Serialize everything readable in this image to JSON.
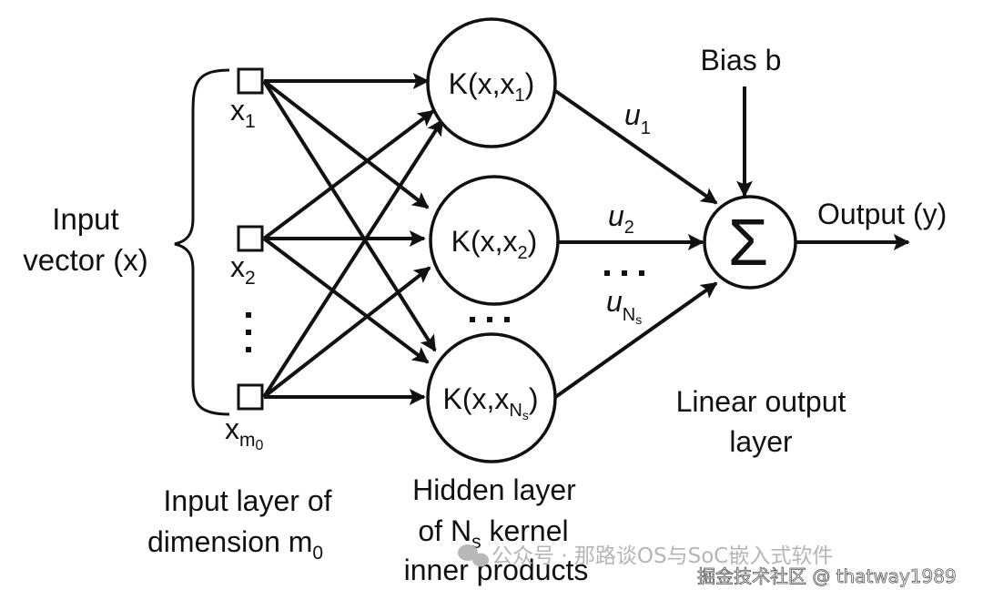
{
  "diagram": {
    "input_side": {
      "label_line1": "Input",
      "label_line2": "vector (x)",
      "inputs": [
        {
          "base": "x",
          "sub": "1"
        },
        {
          "base": "x",
          "sub": "2"
        },
        {
          "base": "x",
          "sub": "m",
          "subsub": "0"
        }
      ],
      "layer_caption_line1": "Input layer of",
      "layer_caption_line2_base": "dimension m",
      "layer_caption_line2_sub": "0"
    },
    "hidden": {
      "nodes": [
        {
          "prefix": "K(x,x",
          "sub": "1",
          "suffix": ")"
        },
        {
          "prefix": "K(x,x",
          "sub": "2",
          "suffix": ")"
        },
        {
          "prefix": "K(x,x",
          "sub": "N",
          "subsub": "s",
          "suffix": ")"
        }
      ],
      "caption_line1": "Hidden layer",
      "caption_line2_prefix": "of N",
      "caption_line2_sub": "s",
      "caption_line2_suffix": " kernel",
      "caption_line3": "inner products"
    },
    "weights": [
      {
        "base": "u",
        "sub": "1"
      },
      {
        "base": "u",
        "sub": "2"
      },
      {
        "base": "u",
        "sub": "N",
        "subsub": "s"
      }
    ],
    "output": {
      "sum_symbol": "Σ",
      "bias_label": "Bias b",
      "output_label": "Output (y)",
      "layer_line1": "Linear output",
      "layer_line2": "layer"
    },
    "watermark": {
      "line1": "公众号 · 那路谈OS与SoC嵌入式软件",
      "line2": "掘金技术社区 @ thatway1989"
    }
  }
}
